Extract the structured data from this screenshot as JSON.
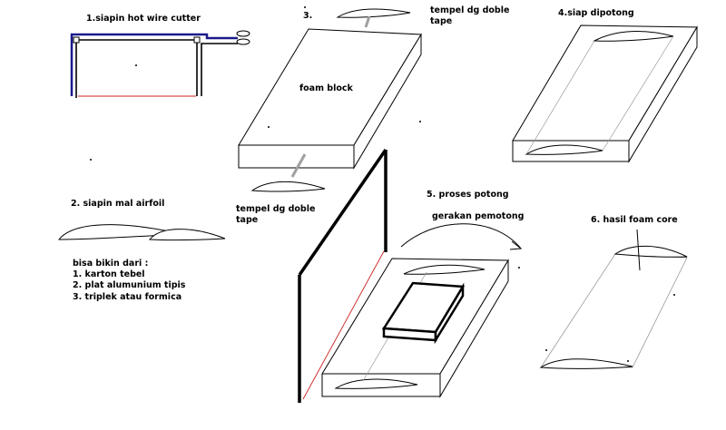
{
  "steps": {
    "s1": "1.siapin hot wire cutter",
    "s2": "2. siapin mal airfoil",
    "s3": "3.",
    "s4": "4.siap dipotong",
    "s5": "5. proses potong",
    "s6": "6. hasil foam core"
  },
  "labels": {
    "tape_top_1": "tempel dg doble",
    "tape_top_2": "tape",
    "tape_bottom_1": "tempel dg doble",
    "tape_bottom_2": "tape",
    "foam_block": "foam block",
    "cut_motion": "gerakan pemotong"
  },
  "materials": {
    "heading": "bisa bikin dari :",
    "items": [
      "1. karton tebel",
      "2. plat alumunium tipis",
      "3. triplek atau formica"
    ]
  },
  "colors": {
    "wire_frame": "#1a1a8c",
    "hot_wire": "#cc2222",
    "tape": "#a0a0a0",
    "line": "#000000"
  }
}
